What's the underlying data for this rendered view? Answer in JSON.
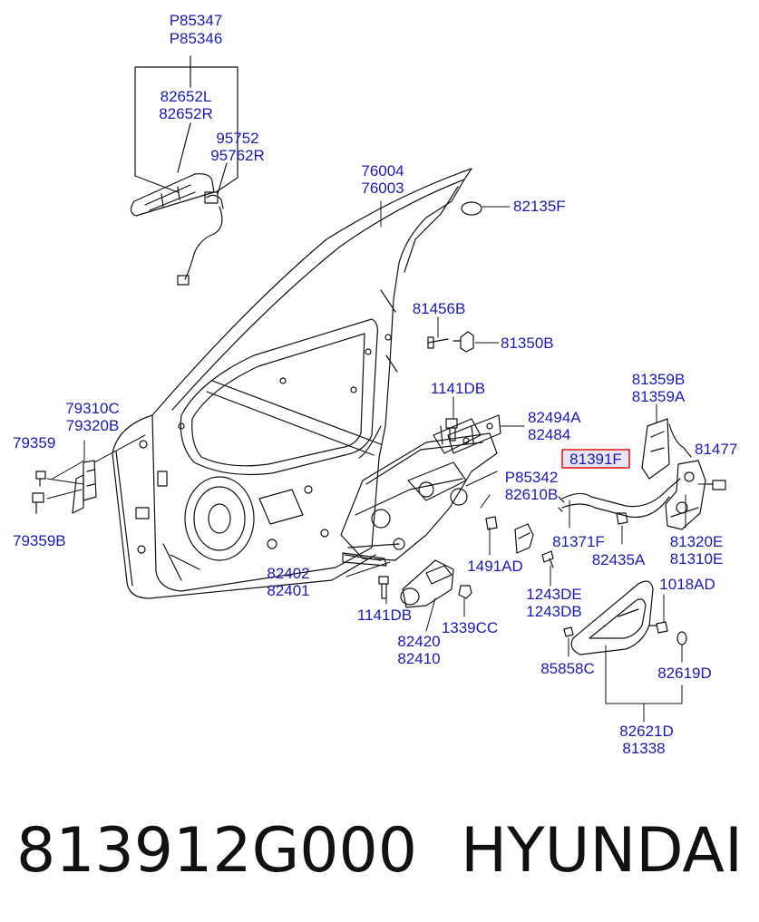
{
  "labels": {
    "p85347": "P85347",
    "p85346": "P85346",
    "l82652L": "82652L",
    "l82652R": "82652R",
    "l95752": "95752",
    "l95762R": "95762R",
    "l76004": "76004",
    "l76003": "76003",
    "l82135F": "82135F",
    "l81456B": "81456B",
    "l81350B": "81350B",
    "l1141DB_top": "1141DB",
    "l82494A": "82494A",
    "l82484": "82484",
    "l81359B": "81359B",
    "l81359A": "81359A",
    "l81391F": "81391F",
    "l81477": "81477",
    "l79310C": "79310C",
    "l79320B": "79320B",
    "l79359": "79359",
    "l79359B": "79359B",
    "p85342": "P85342",
    "l82610B": "82610B",
    "l81371F": "81371F",
    "l82435A": "82435A",
    "l81320E": "81320E",
    "l81310E": "81310E",
    "l1491AD": "1491AD",
    "l82402": "82402",
    "l82401": "82401",
    "l1243DE": "1243DE",
    "l1243DB": "1243DB",
    "l1018AD": "1018AD",
    "l1141DB_bot": "1141DB",
    "l1339CC": "1339CC",
    "l82420": "82420",
    "l82410": "82410",
    "l85858C": "85858C",
    "l82619D": "82619D",
    "l82621D": "82621D",
    "l81338": "81338"
  },
  "footer": {
    "part_number": "813912G000",
    "brand": "HYUNDAI"
  },
  "colors": {
    "label": "#1c1ca8",
    "highlight_border": "#e01010",
    "highlight_fill": "#e7e4f5",
    "line": "#111111"
  }
}
